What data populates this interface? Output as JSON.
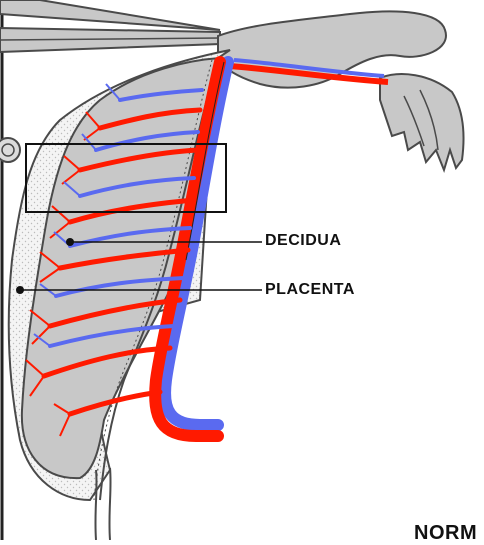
{
  "labels": {
    "decidua": "DECIDUA",
    "placenta": "PLACENTA",
    "bottom_partial": "NORM"
  },
  "colors": {
    "tissue_gray": "#c8c8c8",
    "outline": "#4a4a4a",
    "artery_red": "#ff1a00",
    "vein_blue": "#5a6af0",
    "decidua_dots": "#e8e8e8",
    "background": "#ffffff"
  }
}
